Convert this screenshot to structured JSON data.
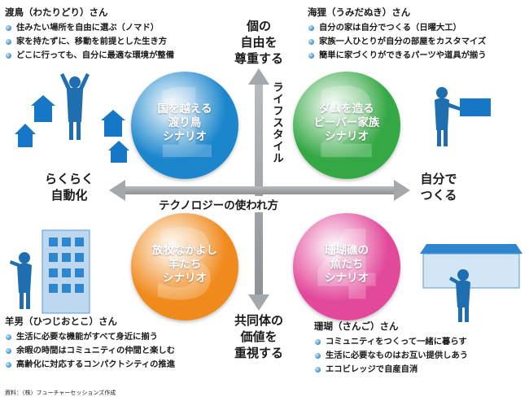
{
  "personas": {
    "watari": {
      "name": "渡鳥（わたりどり）さん",
      "traits": [
        "住みたい場所を自由に選ぶ（ノマド）",
        "家を持たずに、移動を前提とした生き方",
        "どこに行っても、自分に最適な環境が整備"
      ]
    },
    "umidanuki": {
      "name": "海狸（うみだぬき）さん",
      "traits": [
        "自分の家は自分でつくる（日曜大工）",
        "家族一人ひとりが自分の部屋をカスタマイズ",
        "簡単に家づくりができるパーツや道具が揃う"
      ]
    },
    "hitsujiotoko": {
      "name": "羊男（ひつじおとこ）さん",
      "traits": [
        "生活に必要な機能がすべて身近に揃う",
        "余暇の時間はコミュニティの仲間と楽しむ",
        "高齢化に対応するコンパクトシティの推進"
      ]
    },
    "sango": {
      "name": "珊瑚（さんご）さん",
      "traits": [
        "コミュニティをつくって一緒に暮らす",
        "生活に必要なものはお互い提供しあう",
        "エコビレッジで自産自消"
      ]
    }
  },
  "axes": {
    "top": [
      "個の",
      "自由を",
      "尊重する"
    ],
    "bottom": [
      "共同体の",
      "価値を",
      "重視する"
    ],
    "left": [
      "らくらく",
      "自動化"
    ],
    "right": [
      "自分で",
      "つくる"
    ],
    "vertical_axis_name": "ライフスタイル",
    "horizontal_axis_name": "テクノロジーの使われ方"
  },
  "scenarios": [
    {
      "number": "1",
      "lines": [
        "国を越える",
        "渡り鳥",
        "シナリオ"
      ],
      "color": "#1b86cc"
    },
    {
      "number": "2",
      "lines": [
        "ダムを造る",
        "ビーバー家族",
        "シナリオ"
      ],
      "color": "#34a844"
    },
    {
      "number": "3",
      "lines": [
        "放牧なかよし",
        "羊たち",
        "シナリオ"
      ],
      "color": "#f08a1c"
    },
    {
      "number": "4",
      "lines": [
        "珊瑚礁の",
        "魚たち",
        "シナリオ"
      ],
      "color": "#e2499a"
    }
  ],
  "source": "資料：（株）フューチャーセッションズ作成"
}
